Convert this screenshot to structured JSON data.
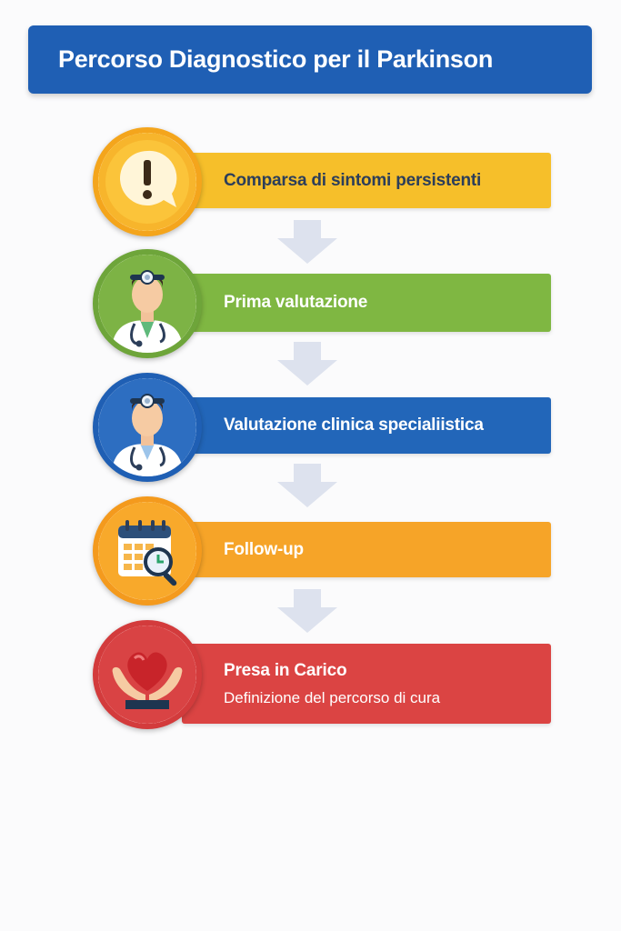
{
  "title": "Percorso Diagnostico per il Parkinson",
  "steps": [
    {
      "label": "Comparsa di sintomi persistenti",
      "sublabel": "",
      "icon": "warning-speech-bubble-icon",
      "color": "#f6bf2a",
      "ring": "#f4a51c",
      "text_color": "#2c3e5a"
    },
    {
      "label": "Prima valutazione",
      "sublabel": "",
      "icon": "doctor-icon",
      "color": "#7fb742",
      "ring": "#6ea53a",
      "text_color": "#ffffff"
    },
    {
      "label": "Valutazione clinica specialiistica",
      "sublabel": "",
      "icon": "specialist-doctor-icon",
      "color": "#2266b9",
      "ring": "#1f5fb4",
      "text_color": "#ffffff"
    },
    {
      "label": "Follow-up",
      "sublabel": "",
      "icon": "calendar-magnifier-icon",
      "color": "#f6a428",
      "ring": "#f49a1d",
      "text_color": "#ffffff"
    },
    {
      "label": "Presa in Carico",
      "sublabel": "Definizione del percorso di cura",
      "icon": "heart-hands-icon",
      "color": "#db4443",
      "ring": "#d33b3c",
      "text_color": "#ffffff"
    }
  ]
}
